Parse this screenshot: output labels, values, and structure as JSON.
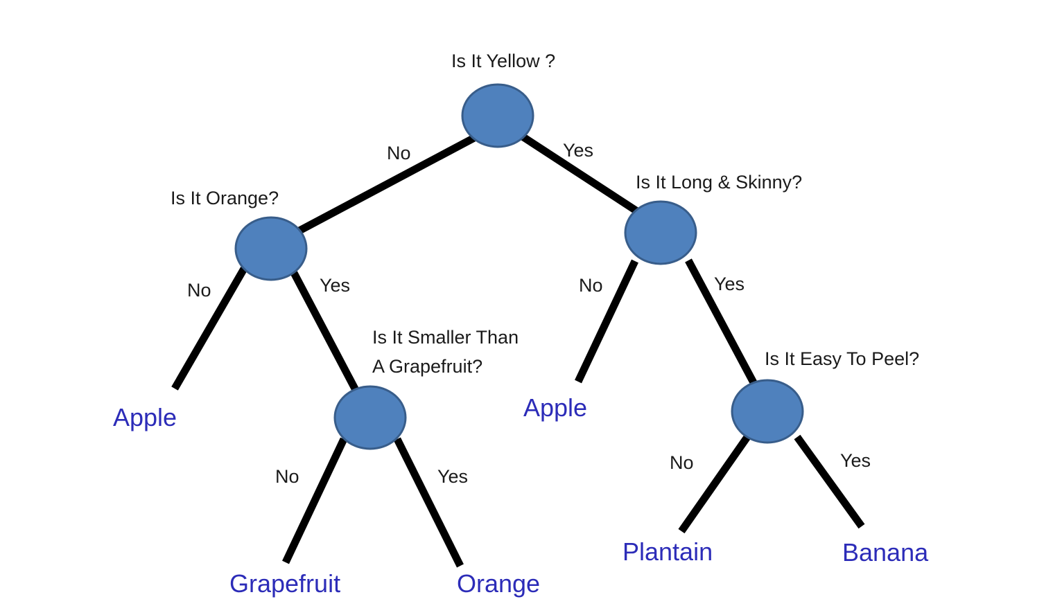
{
  "colors": {
    "node_fill": "#4f81bd",
    "node_stroke": "#385d8a",
    "edge": "#000000",
    "leaf_text": "#2c2cb8",
    "question_text": "#1a1a1a"
  },
  "questions": {
    "root": "Is It Yellow ?",
    "orange": "Is It Orange?",
    "long_skinny": "Is It Long & Skinny?",
    "smaller_line1": "Is It Smaller Than",
    "smaller_line2": "A Grapefruit?",
    "easy_peel": "Is It Easy To Peel?"
  },
  "edges": {
    "root_no": "No",
    "root_yes": "Yes",
    "orange_no": "No",
    "orange_yes": "Yes",
    "long_no": "No",
    "long_yes": "Yes",
    "smaller_no": "No",
    "smaller_yes": "Yes",
    "peel_no": "No",
    "peel_yes": "Yes"
  },
  "leaves": {
    "apple_left": "Apple",
    "grapefruit": "Grapefruit",
    "orange": "Orange",
    "apple_right": "Apple",
    "plantain": "Plantain",
    "banana": "Banana"
  }
}
